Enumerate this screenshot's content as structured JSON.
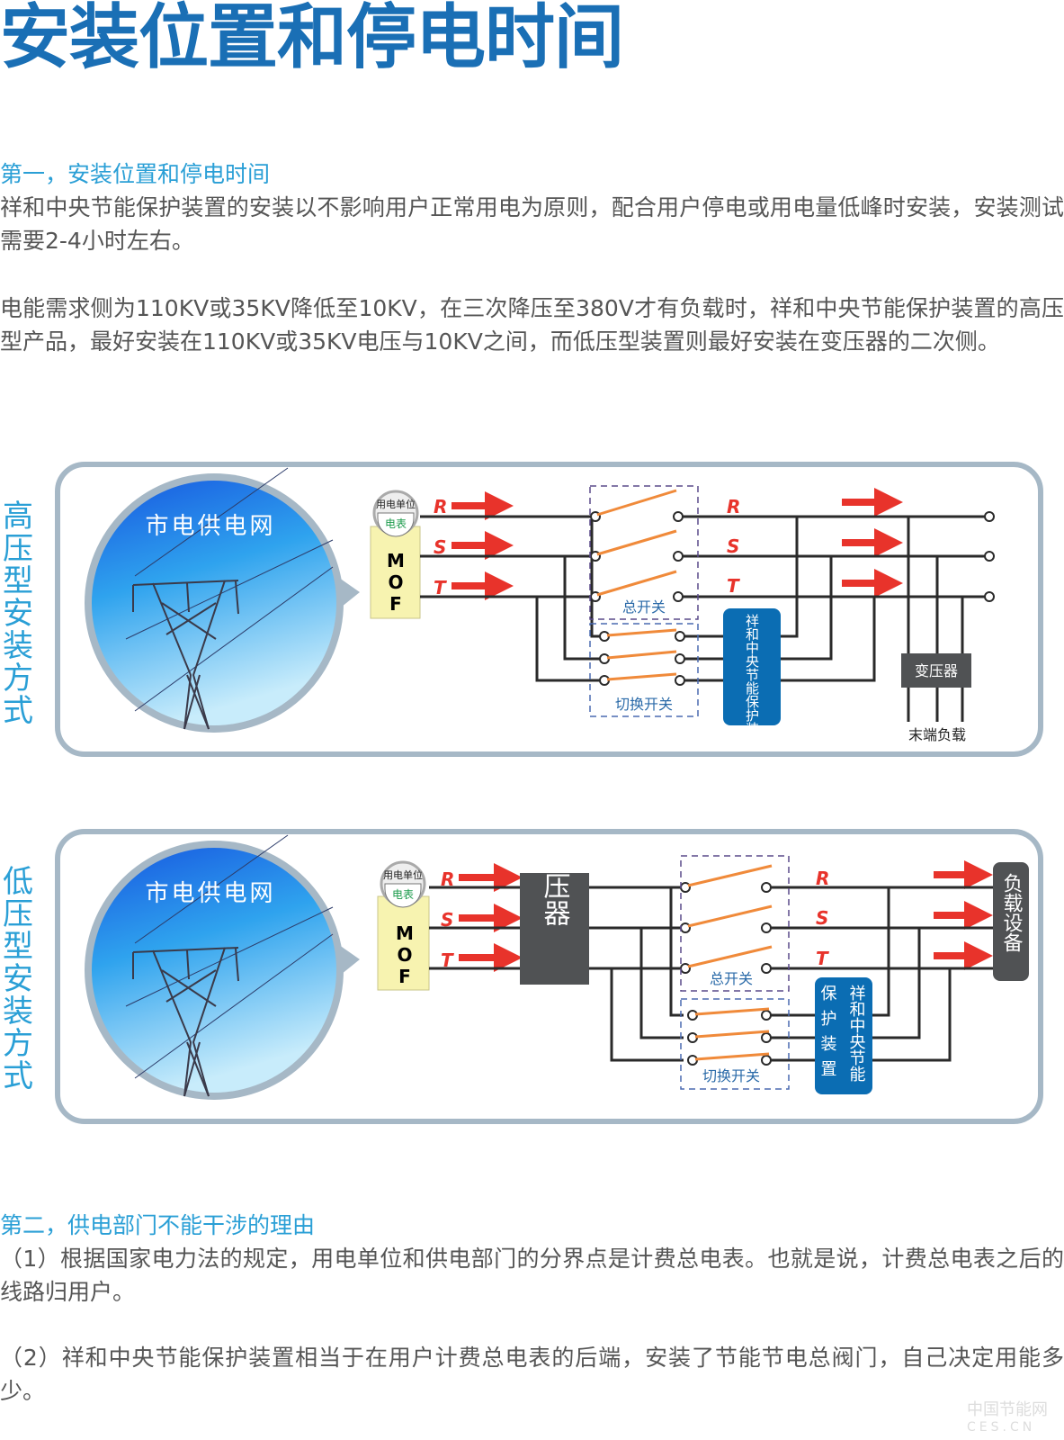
{
  "page": {
    "title": "安装位置和停电时间"
  },
  "section1": {
    "heading": "第一，安装位置和停电时间",
    "para1": "祥和中央节能保护装置的安装以不影响用户正常用电为原则，配合用户停电或用电量低峰时安装，安装测试需要2-4小时左右。",
    "para2": "电能需求侧为110KV或35KV降低至10KV，在三次降压至380V才有负载时，祥和中央节能保护装置的高压型产品，最好安装在110KV或35KV电压与10KV之间，而低压型装置则最好安装在变压器的二次侧。"
  },
  "diagram_high": {
    "side_label": "高压型安装方式",
    "grid_label": "市电供电网",
    "meter_top": "用电单位",
    "meter_bottom": "电表",
    "mof": [
      "M",
      "O",
      "F"
    ],
    "phases": [
      "R",
      "S",
      "T"
    ],
    "main_switch": "总开关",
    "transfer_switch": "切换开关",
    "device": "祥和中央节能保护装置",
    "transformer": "变压器",
    "end_load": "末端负载"
  },
  "diagram_low": {
    "side_label": "低压型安装方式",
    "grid_label": "市电供电网",
    "meter_top": "用电单位",
    "meter_bottom": "电表",
    "mof": [
      "M",
      "O",
      "F"
    ],
    "phases": [
      "R",
      "S",
      "T"
    ],
    "transformer": "变压器",
    "main_switch": "总开关",
    "transfer_switch": "切换开关",
    "device_col1": "祥和中央节能",
    "device_col2": "保护装置",
    "load": "负载设备"
  },
  "section2": {
    "heading": "第二，供电部门不能干涉的理由",
    "para1": "（1）根据国家电力法的规定，用电单位和供电部门的分界点是计费总电表。也就是说，计费总电表之后的线路归用户。",
    "para2": "（2）祥和中央节能保护装置相当于在用户计费总电表的后端，安装了节能节电总阀门，自己决定用能多少。"
  },
  "watermark": {
    "line1": "中国节能网",
    "line2": "CES.CN"
  },
  "colors": {
    "title": "#1a6fb5",
    "heading": "#2a9fd6",
    "body_text": "#555555",
    "arrow": "#e8332b",
    "switch": "#f08a3a",
    "device": "#0b6db3",
    "transformer": "#505254",
    "frame": "#a6b8c6"
  }
}
